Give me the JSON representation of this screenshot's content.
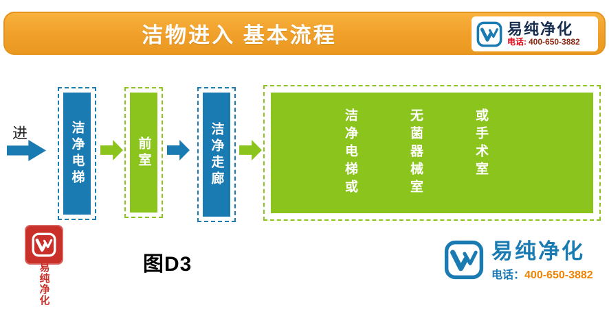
{
  "header": {
    "title": "洁物进入 基本流程",
    "brand": "易纯净化",
    "phone_label": "电话:",
    "phone_number": "400-650-3882"
  },
  "flow": {
    "entry_label": "进",
    "nodes": [
      {
        "label": "洁净电梯",
        "color": "blue"
      },
      {
        "label": "前室",
        "color": "green"
      },
      {
        "label": "洁净走廊",
        "color": "blue"
      }
    ],
    "destination": {
      "columns": [
        "洁净电梯或",
        "无菌器械室",
        "或手术室"
      ],
      "color": "green"
    }
  },
  "footer": {
    "figure_label": "图D3",
    "seal_text": "易纯净化",
    "brand": "易纯净化",
    "phone_label": "电话：",
    "phone_number": "400-650-3882"
  },
  "colors": {
    "banner_orange": "#f0a02a",
    "flow_blue": "#1a7ab2",
    "flow_green": "#8cc41e",
    "phone_red": "#e60012",
    "phone_orange": "#f08300",
    "brand_blue": "#1a7ab2",
    "seal_red": "#c9302a"
  }
}
